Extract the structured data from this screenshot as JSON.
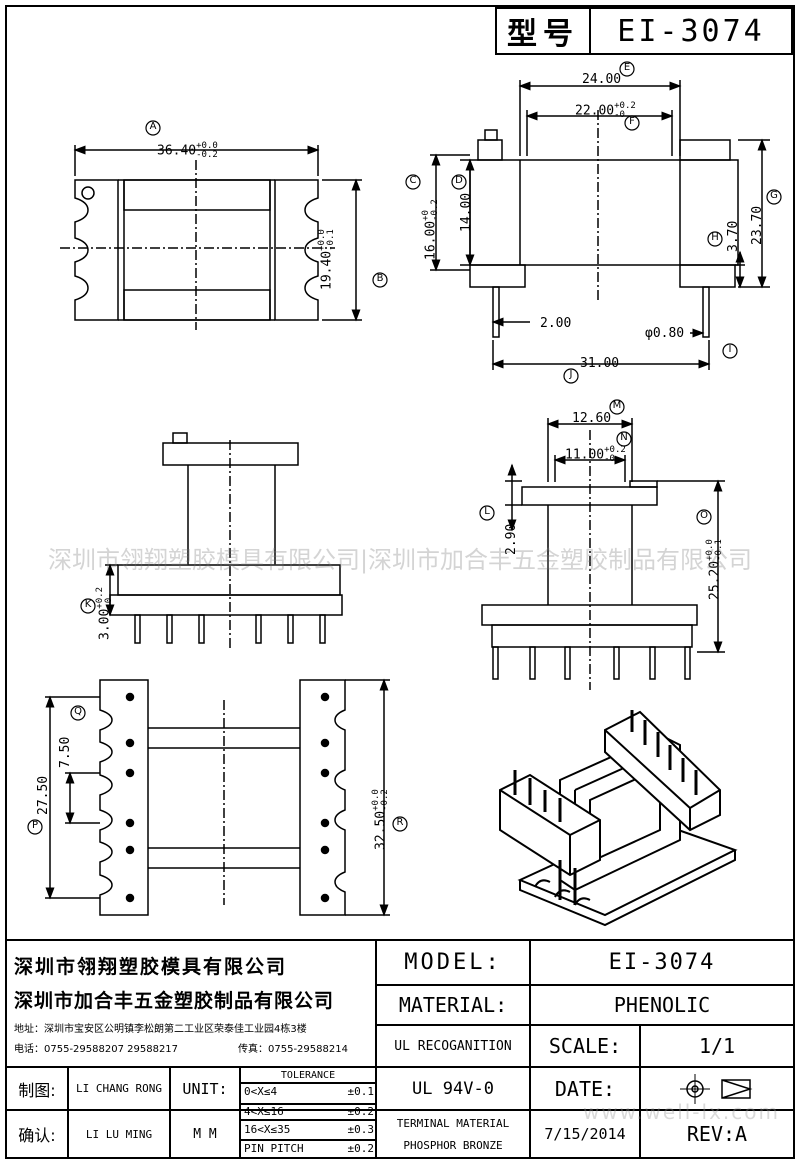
{
  "header": {
    "type_label": "型号",
    "model": "EI-3074"
  },
  "dimensions": {
    "a": "36.40",
    "a_tol_up": "+0.0",
    "a_tol_dn": "-0.2",
    "b": "19.40",
    "b_tol_up": "+0.0",
    "b_tol_dn": "-0.1",
    "c": "16.00",
    "c_tol_up": "+0",
    "c_tol_dn": "-0.2",
    "d": "14.00",
    "e": "24.00",
    "f": "22.00",
    "f_tol_up": "+0.2",
    "f_tol_dn": "-0",
    "g": "23.70",
    "h": "3.70",
    "i": "φ0.80",
    "j": "31.00",
    "pin": "2.00",
    "k": "3.00",
    "k_tol_up": "+0.2",
    "k_tol_dn": "-0",
    "l": "2.90",
    "m": "12.60",
    "n": "11.00",
    "n_tol_up": "+0.2",
    "n_tol_dn": "-0",
    "o": "25.20",
    "o_tol_up": "+0.0",
    "o_tol_dn": "-0.1",
    "p": "27.50",
    "q": "7.50",
    "r": "32.50",
    "r_tol_up": "+0.0",
    "r_tol_dn": "-0.2"
  },
  "callouts": [
    "A",
    "B",
    "C",
    "D",
    "E",
    "F",
    "G",
    "H",
    "I",
    "J",
    "K",
    "L",
    "M",
    "N",
    "O",
    "P",
    "Q",
    "R"
  ],
  "watermark": "深圳市翎翔塑胶模具有限公司|深圳市加合丰五金塑胶制品有限公司",
  "watermark_url": "www.well-lx.com",
  "title_block": {
    "company1": "深圳市翎翔塑胶模具有限公司",
    "company2": "深圳市加合丰五金塑胶制品有限公司",
    "address": "地址：深圳市宝安区公明镇李松朗第二工业区荣泰佳工业园4栋3楼",
    "phone": "电话：0755-29588207  29588217",
    "fax": "传真：0755-29588214",
    "model_label": "MODEL:",
    "model_value": "EI-3074",
    "material_label": "MATERIAL:",
    "material_value": "PHENOLIC",
    "ul_label": "UL RECOGANITION",
    "ul_value": "UL 94V-0",
    "scale_label": "SCALE:",
    "scale_value": "1/1",
    "date_label": "DATE:",
    "date_value": "7/15/2014",
    "terminal_label": "TERMINAL MATERIAL",
    "terminal_value": "PHOSPHOR  BRONZE",
    "rev_label": "REV:A",
    "drawn_label": "制图:",
    "drawn_by": "LI CHANG RONG",
    "checked_label": "确认:",
    "checked_by": "LI LU MING",
    "unit_label": "UNIT:",
    "unit_value": "M M",
    "tolerance_label": "TOLERANCE",
    "tolerance_rows": [
      {
        "range": "0<X≤4",
        "value": "±0.1"
      },
      {
        "range": "4<X≤16",
        "value": "±0.2"
      },
      {
        "range": "16<X≤35",
        "value": "±0.3"
      },
      {
        "range": "PIN PITCH",
        "value": "±0.2"
      }
    ]
  }
}
